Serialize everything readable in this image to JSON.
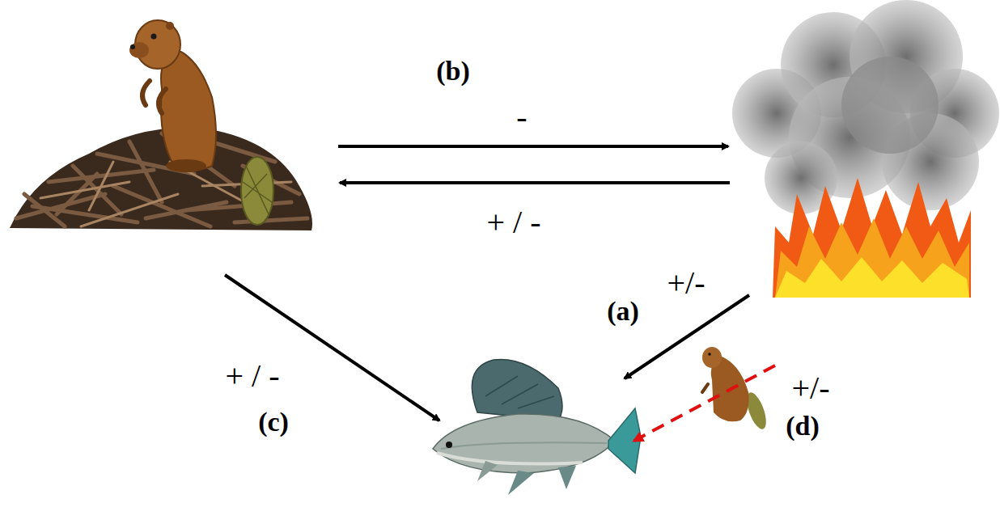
{
  "diagram": {
    "labels": [
      "(b)",
      "-",
      "+ / -",
      "+/-",
      "(a)",
      "+/-",
      "+ / -",
      "(c)",
      "(d)"
    ]
  }
}
